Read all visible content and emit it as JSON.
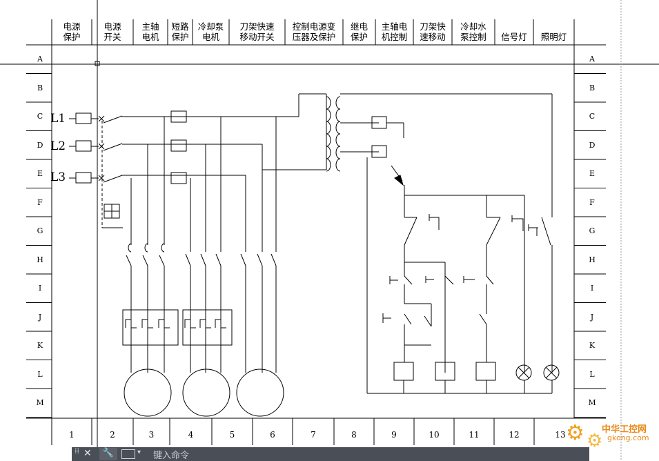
{
  "header": {
    "sections": [
      {
        "id": "power-protection",
        "label": "电源\n保护"
      },
      {
        "id": "power-switch",
        "label": "电源\n开关"
      },
      {
        "id": "spindle-motor",
        "label": "主轴\n电机"
      },
      {
        "id": "short-circuit-protection",
        "label": "短路\n保护"
      },
      {
        "id": "coolant-pump-motor",
        "label": "冷却泵\n电机"
      },
      {
        "id": "tool-rest-rapid-switch",
        "label": "刀架快速\n移动开关"
      },
      {
        "id": "control-transformer",
        "label": "控制电源变\n压器及保护"
      },
      {
        "id": "relay-protection",
        "label": "继电\n保护"
      },
      {
        "id": "spindle-control",
        "label": "主轴电\n机控制"
      },
      {
        "id": "tool-rest-rapid-move",
        "label": "刀架快\n速移动"
      },
      {
        "id": "coolant-pump-control",
        "label": "冷却水\n泵控制"
      },
      {
        "id": "signal-lamp",
        "label": "信号灯"
      },
      {
        "id": "lighting-lamp",
        "label": "照明灯"
      }
    ]
  },
  "row_labels": [
    "A",
    "B",
    "C",
    "D",
    "E",
    "F",
    "G",
    "H",
    "I",
    "J",
    "K",
    "L",
    "M"
  ],
  "column_labels": [
    "1",
    "2",
    "3",
    "4",
    "5",
    "6",
    "7",
    "8",
    "9",
    "10",
    "11",
    "12",
    "13"
  ],
  "phases": [
    "L1",
    "L2",
    "L3"
  ],
  "command_bar": {
    "close_glyph": "✕",
    "wrench_glyph": "🔧",
    "caret_glyph": "▾",
    "placeholder": "键入命令"
  },
  "watermark": {
    "brand": "中华工控网",
    "site": "gkong.com"
  },
  "colors": {
    "line": "#000000",
    "background": "#ffffff",
    "command_bar": "#4a4f57",
    "watermark": "#ea8a1c"
  }
}
